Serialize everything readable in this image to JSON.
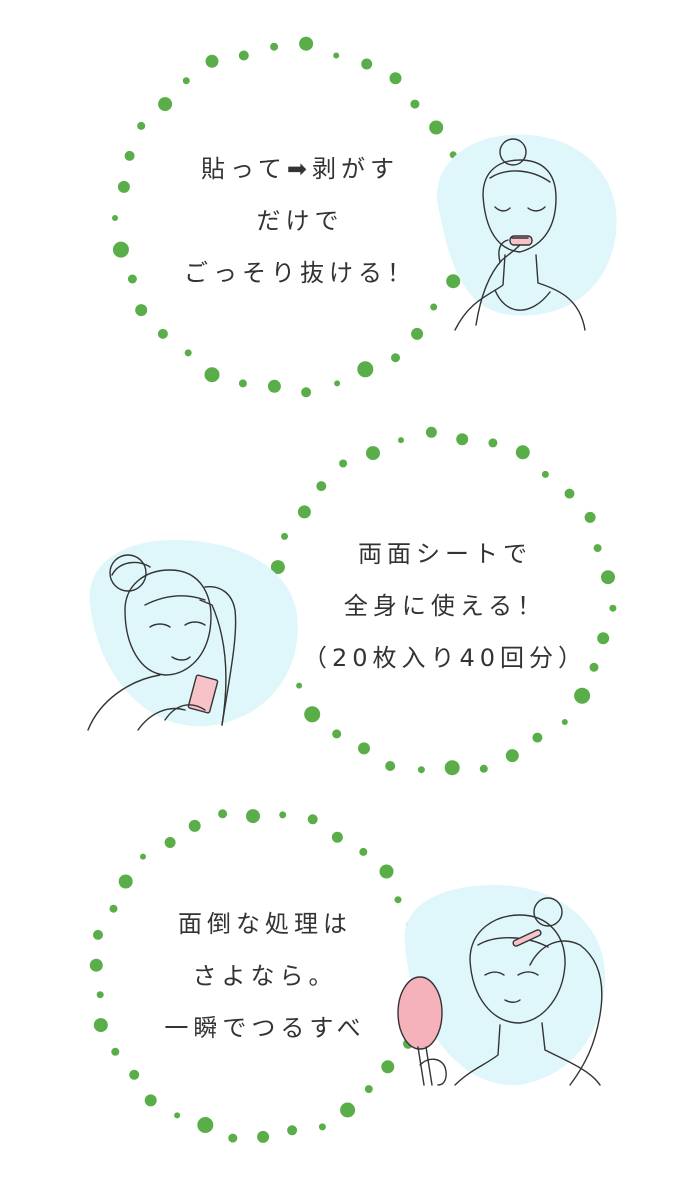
{
  "colors": {
    "dots": "#5aae4a",
    "blob": "#dff6fb",
    "line_art": "#333333",
    "strip": "#f7c3c8",
    "mirror": "#f6b2bb"
  },
  "sections": [
    {
      "lines": [
        "貼って➡剥がす",
        "だけで",
        "ごっそり抜ける！"
      ],
      "illustration": "woman-applying-wax-strip-to-upper-lip"
    },
    {
      "lines": [
        "両面シートで",
        "全身に使える！",
        "（20枚入り40回分）"
      ],
      "illustration": "woman-applying-wax-strip-to-underarm"
    },
    {
      "lines": [
        "面倒な処理は",
        "さよなら。",
        "一瞬でつるすべ"
      ],
      "illustration": "woman-with-mirror-removing-eyebrow-hair"
    }
  ]
}
